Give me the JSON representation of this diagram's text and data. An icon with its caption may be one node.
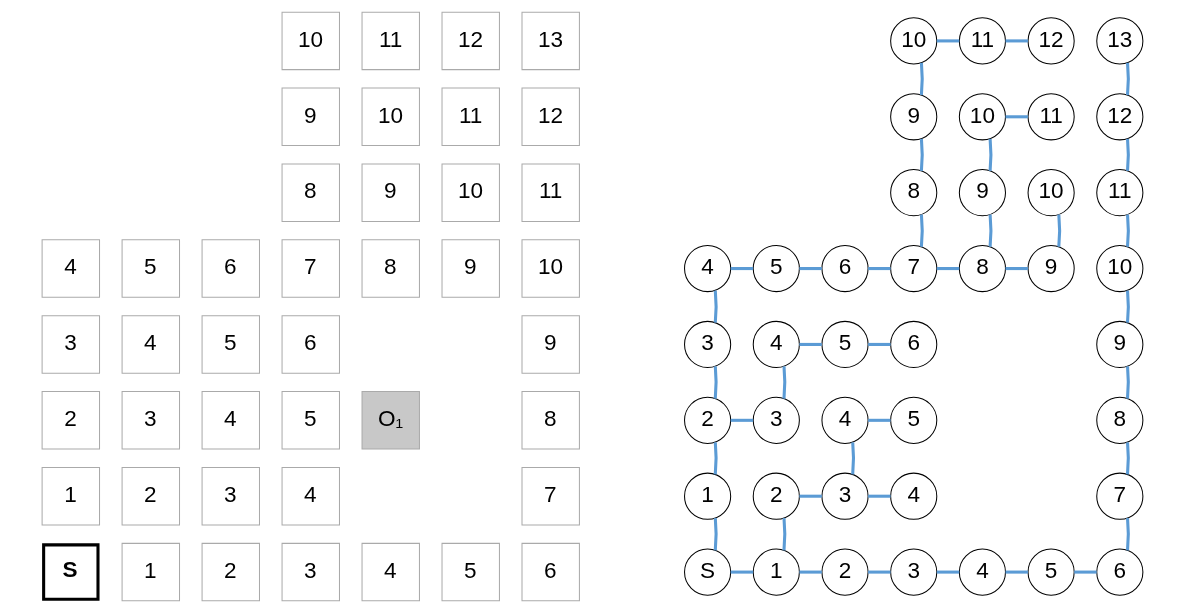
{
  "diagram": {
    "nodes": [
      {
        "text": [
          "10"
        ]
      },
      {
        "text": [
          "11"
        ]
      },
      {
        "text": [
          "12"
        ]
      },
      {
        "text": [
          "13"
        ]
      },
      {
        "text": [
          "9"
        ]
      },
      {
        "text": [
          "10"
        ]
      },
      {
        "text": [
          "11"
        ]
      },
      {
        "text": [
          "12"
        ]
      },
      {
        "text": [
          "8"
        ]
      },
      {
        "text": [
          "9"
        ]
      },
      {
        "text": [
          "10"
        ]
      },
      {
        "text": [
          "11"
        ]
      },
      {
        "text": [
          "4"
        ]
      },
      {
        "text": [
          "5"
        ]
      },
      {
        "text": [
          "6"
        ]
      },
      {
        "text": [
          "7"
        ]
      },
      {
        "text": [
          "8"
        ]
      },
      {
        "text": [
          "9"
        ]
      },
      {
        "text": [
          "10"
        ]
      },
      {
        "text": [
          "3"
        ]
      },
      {
        "text": [
          "4"
        ]
      },
      {
        "text": [
          "5"
        ]
      },
      {
        "text": [
          "6"
        ]
      },
      {
        "text": [
          "9"
        ]
      },
      {
        "text": [
          "2"
        ]
      },
      {
        "text": [
          "3"
        ]
      },
      {
        "text": [
          "4"
        ]
      },
      {
        "text": [
          "5"
        ]
      },
      {
        "text": [
          "8"
        ]
      },
      {
        "text": [
          "1"
        ]
      },
      {
        "text": [
          "2"
        ]
      },
      {
        "text": [
          "3"
        ]
      },
      {
        "text": [
          "4"
        ]
      },
      {
        "text": [
          "7"
        ]
      },
      {
        "text": [
          "S"
        ]
      },
      {
        "text": [
          "1"
        ]
      },
      {
        "text": [
          "2"
        ]
      },
      {
        "text": [
          "3"
        ]
      },
      {
        "text": [
          "4"
        ]
      },
      {
        "text": [
          "5"
        ]
      },
      {
        "text": [
          "6"
        ]
      }
    ],
    "edges": [
      {
        "from": 34,
        "to": 35,
        "arrow": "none"
      },
      {
        "from": 34,
        "to": 29,
        "arrow": "none"
      },
      {
        "from": 29,
        "to": 24,
        "arrow": "none"
      },
      {
        "from": 24,
        "to": 19,
        "arrow": "none"
      },
      {
        "from": 24,
        "to": 25,
        "arrow": "none"
      },
      {
        "from": 19,
        "to": 12,
        "arrow": "none"
      },
      {
        "from": 12,
        "to": 13,
        "arrow": "none"
      },
      {
        "from": 13,
        "to": 14,
        "arrow": "none"
      },
      {
        "from": 14,
        "to": 15,
        "arrow": "none"
      },
      {
        "from": 15,
        "to": 16,
        "arrow": "none"
      },
      {
        "from": 16,
        "to": 17,
        "arrow": "none"
      },
      {
        "from": 15,
        "to": 8,
        "arrow": "none"
      },
      {
        "from": 8,
        "to": 4,
        "arrow": "none"
      },
      {
        "from": 4,
        "to": 0,
        "arrow": "none"
      },
      {
        "from": 0,
        "to": 1,
        "arrow": "none"
      },
      {
        "from": 1,
        "to": 2,
        "arrow": "none"
      },
      {
        "from": 16,
        "to": 9,
        "arrow": "none"
      },
      {
        "from": 9,
        "to": 5,
        "arrow": "none"
      },
      {
        "from": 5,
        "to": 6,
        "arrow": "none"
      },
      {
        "from": 17,
        "to": 10,
        "arrow": "none"
      },
      {
        "from": 25,
        "to": 20,
        "arrow": "none"
      },
      {
        "from": 20,
        "to": 21,
        "arrow": "none"
      },
      {
        "from": 21,
        "to": 22,
        "arrow": "none"
      },
      {
        "from": 35,
        "to": 30,
        "arrow": "none"
      },
      {
        "from": 30,
        "to": 31,
        "arrow": "none"
      },
      {
        "from": 31,
        "to": 32,
        "arrow": "none"
      },
      {
        "from": 31,
        "to": 26,
        "arrow": "none"
      },
      {
        "from": 26,
        "to": 27,
        "arrow": "none"
      },
      {
        "from": 35,
        "to": 36,
        "arrow": "none"
      },
      {
        "from": 36,
        "to": 37,
        "arrow": "none"
      },
      {
        "from": 37,
        "to": 38,
        "arrow": "none"
      },
      {
        "from": 38,
        "to": 39,
        "arrow": "none"
      },
      {
        "from": 39,
        "to": 40,
        "arrow": "none"
      },
      {
        "from": 40,
        "to": 33,
        "arrow": "none"
      },
      {
        "from": 33,
        "to": 28,
        "arrow": "none"
      },
      {
        "from": 28,
        "to": 23,
        "arrow": "none"
      },
      {
        "from": 23,
        "to": 18,
        "arrow": "none"
      },
      {
        "from": 18,
        "to": 11,
        "arrow": "none"
      },
      {
        "from": 11,
        "to": 7,
        "arrow": "none"
      },
      {
        "from": 7,
        "to": 3,
        "arrow": "none"
      }
    ],
    "labels": [
      "10",
      "11",
      "12",
      "13",
      "9",
      "10",
      "11",
      "12",
      "8",
      "9",
      "10",
      "11",
      "4",
      "5",
      "6",
      "7",
      "8",
      "9",
      "10",
      "3",
      "4",
      "5",
      "6",
      "9",
      "2",
      "3",
      "4",
      "5",
      "O₁",
      "8",
      "1",
      "2",
      "3",
      "4",
      "7",
      "S",
      "1",
      "2",
      "3",
      "4",
      "5",
      "6"
    ]
  }
}
